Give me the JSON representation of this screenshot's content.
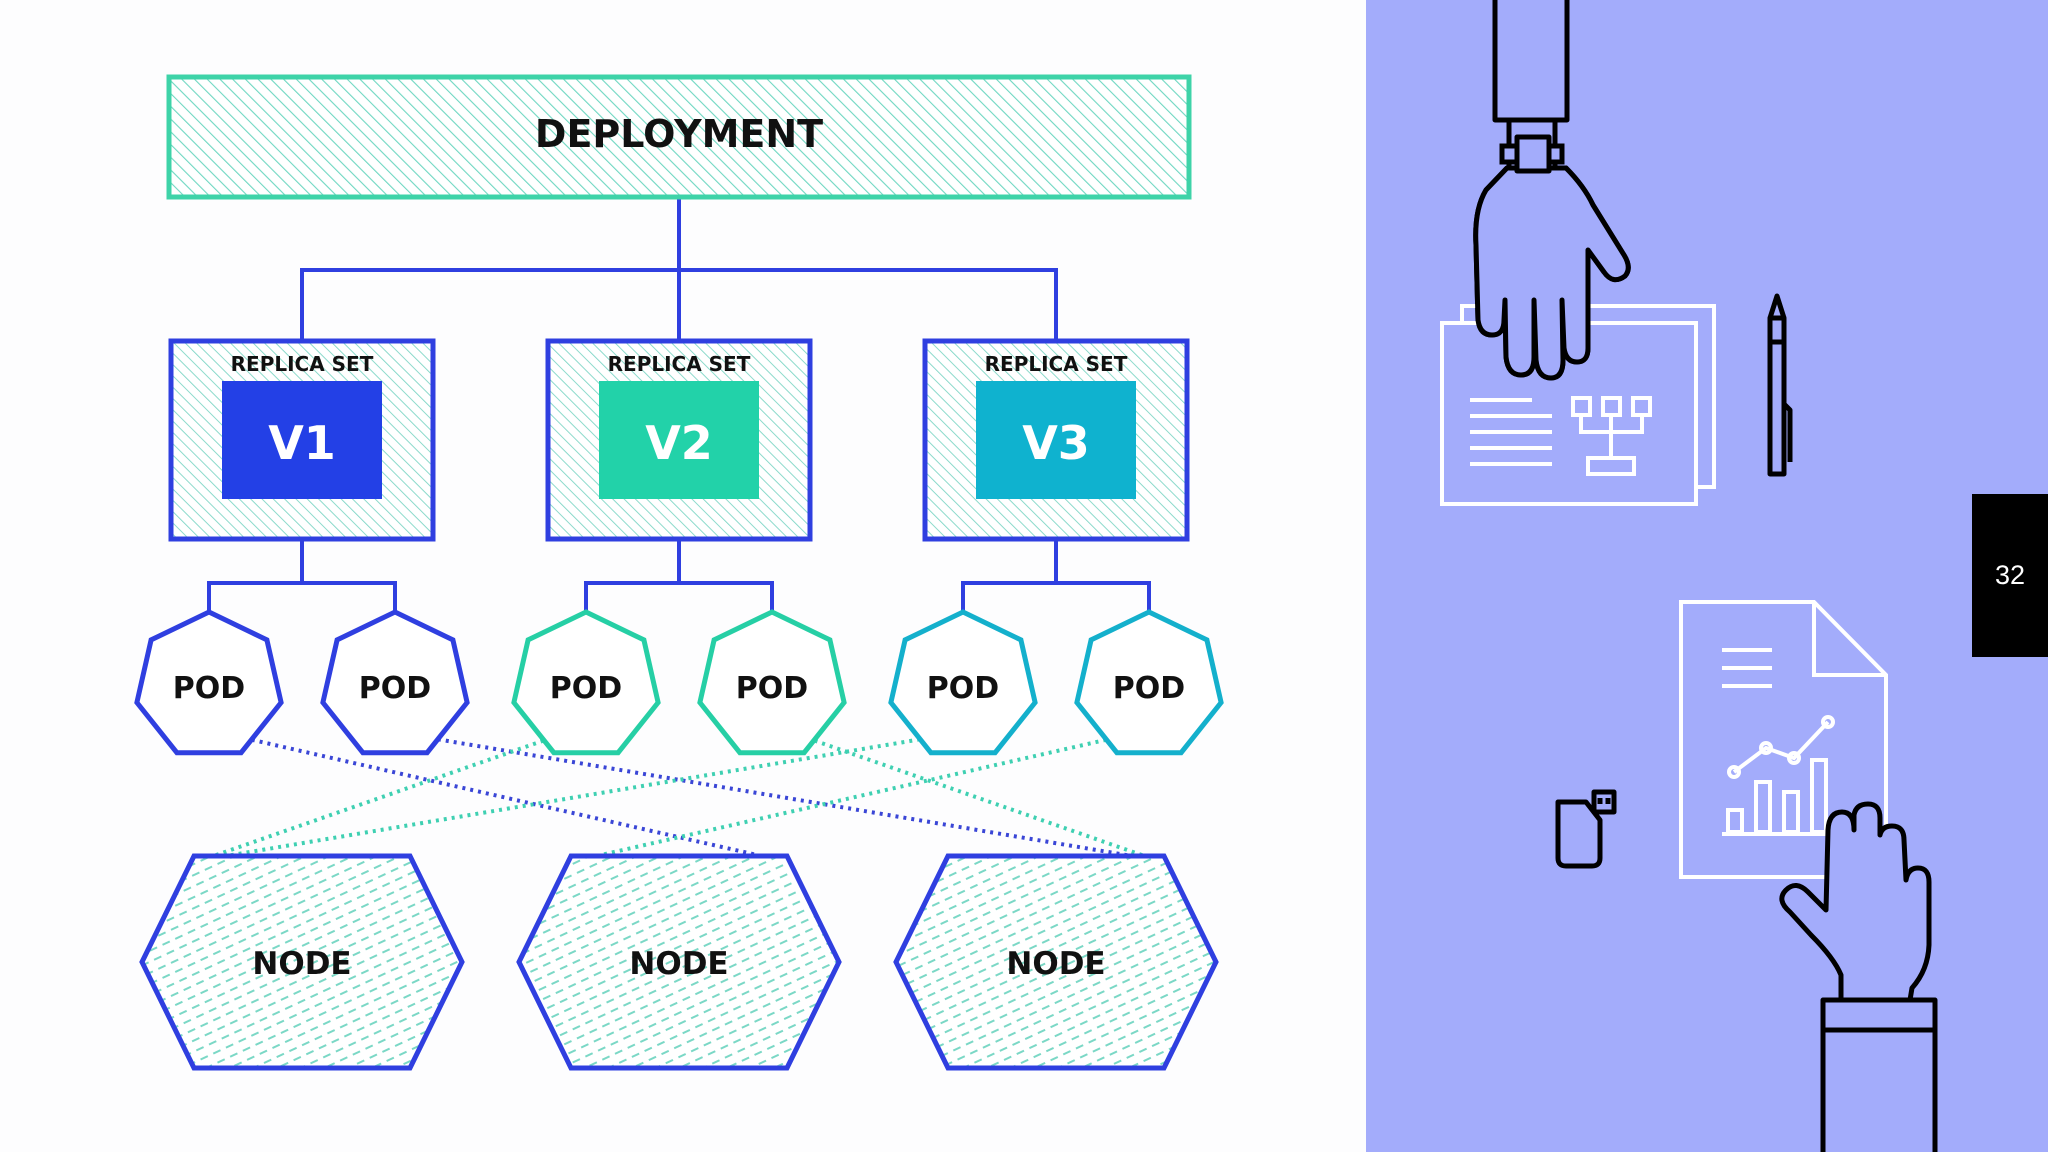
{
  "slide": {
    "page_number": "32"
  },
  "diagram": {
    "deployment": {
      "label": "DEPLOYMENT"
    },
    "replica_sets": [
      {
        "caption": "REPLICA SET",
        "version": "V1",
        "color": "#2340e6"
      },
      {
        "caption": "REPLICA SET",
        "version": "V2",
        "color": "#22d2a9"
      },
      {
        "caption": "REPLICA SET",
        "version": "V3",
        "color": "#0fb2cf"
      }
    ],
    "pods": [
      {
        "label": "POD",
        "replica_set": 0,
        "color": "#2f3fe0",
        "node": 1
      },
      {
        "label": "POD",
        "replica_set": 0,
        "color": "#2f3fe0",
        "node": 2
      },
      {
        "label": "POD",
        "replica_set": 1,
        "color": "#26cfa5",
        "node": 0
      },
      {
        "label": "POD",
        "replica_set": 1,
        "color": "#26cfa5",
        "node": 2
      },
      {
        "label": "POD",
        "replica_set": 2,
        "color": "#14b0cc",
        "node": 0
      },
      {
        "label": "POD",
        "replica_set": 2,
        "color": "#14b0cc",
        "node": 1
      }
    ],
    "nodes": [
      {
        "label": "NODE"
      },
      {
        "label": "NODE"
      },
      {
        "label": "NODE"
      }
    ],
    "colors": {
      "primary_blue": "#2f3fe0",
      "teal": "#3ed3a8",
      "text": "#111111"
    }
  },
  "illustration": {
    "icons": [
      "hand-icon",
      "wristwatch-icon",
      "folder-document-icon",
      "org-chart-icon",
      "pen-icon",
      "usb-drive-icon",
      "report-document-icon",
      "line-chart-icon",
      "bar-chart-icon"
    ],
    "background_color": "#a3acfb"
  }
}
